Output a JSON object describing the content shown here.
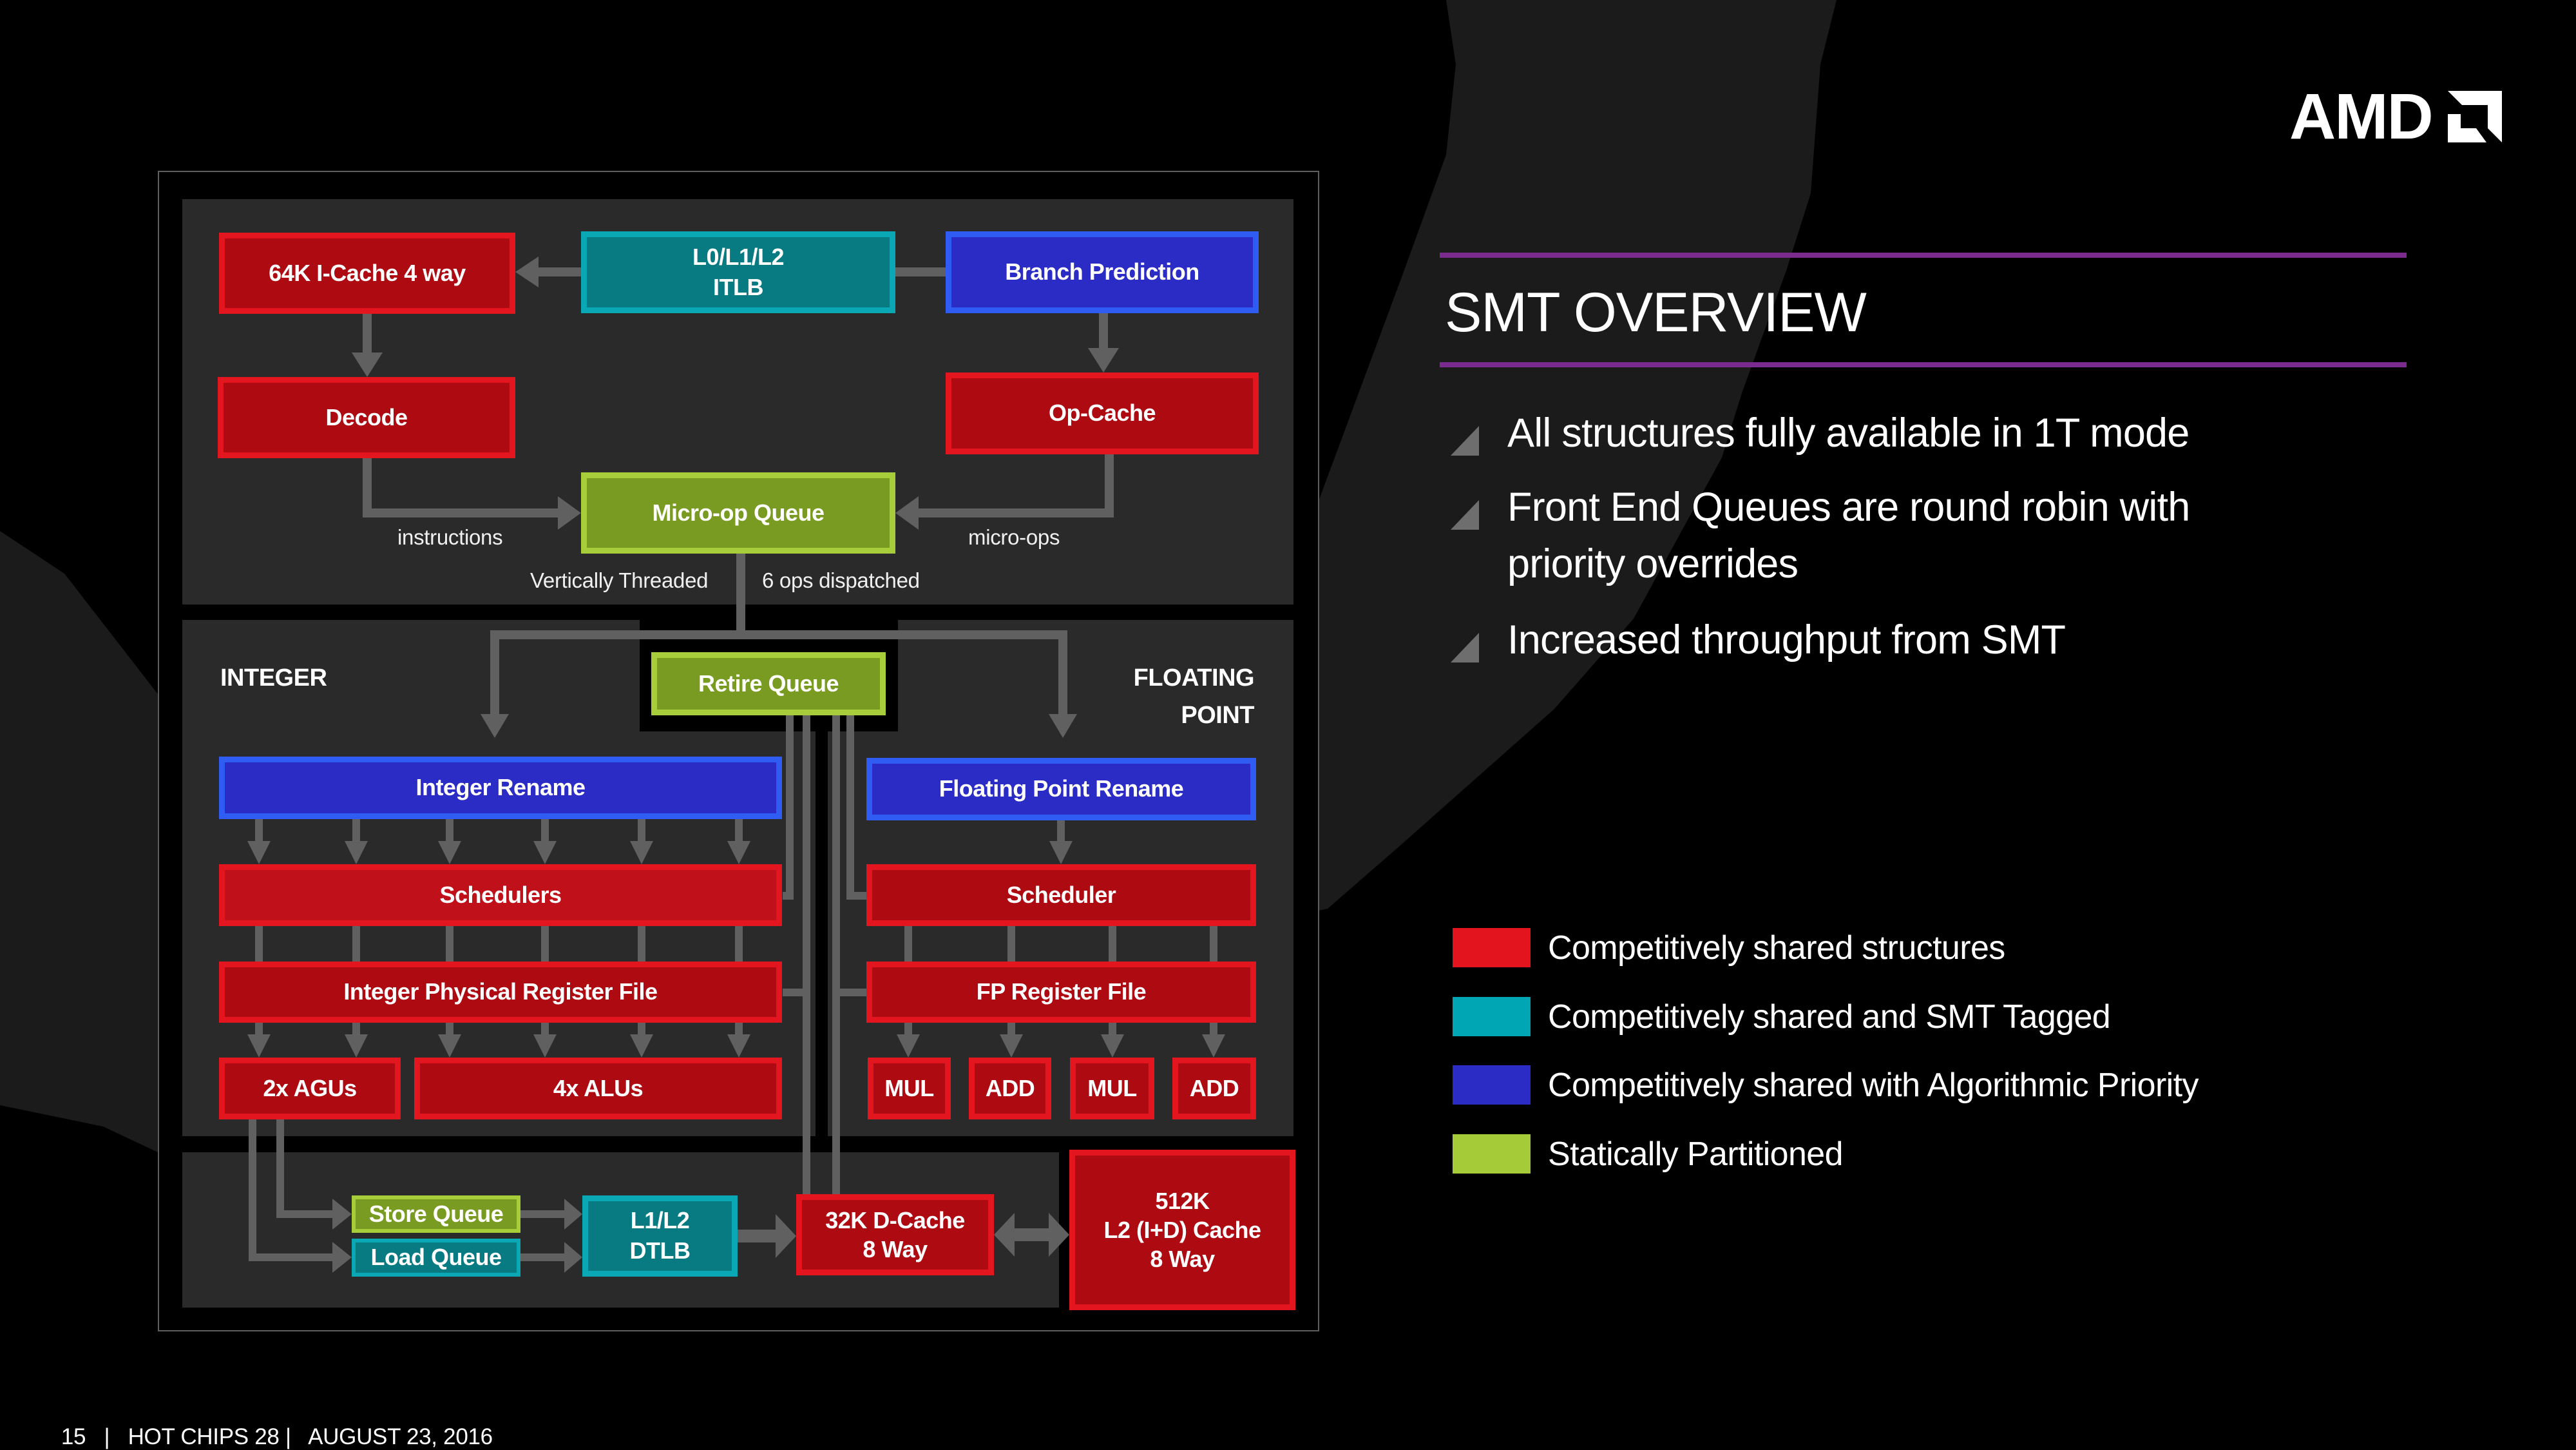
{
  "slide": {
    "title": "SMT OVERVIEW",
    "brand": "AMD",
    "accent_color": "#7b2a8e",
    "footer": {
      "page": "15",
      "separator": "|",
      "event": "HOT CHIPS 28",
      "date": "AUGUST 23, 2016"
    }
  },
  "bullets": [
    {
      "lines": [
        "All structures fully available in 1T mode"
      ]
    },
    {
      "lines": [
        "Front End Queues are round robin with",
        "priority overrides"
      ]
    },
    {
      "lines": [
        "Increased throughput from SMT"
      ]
    }
  ],
  "legend": [
    {
      "label": "Competitively shared structures",
      "color": "#e3141e",
      "category": "red"
    },
    {
      "label": "Competitively shared and SMT Tagged",
      "color": "#00a6b3",
      "category": "teal"
    },
    {
      "label": "Competitively shared with Algorithmic Priority",
      "color": "#2b2bc6",
      "category": "blue"
    },
    {
      "label": "Statically Partitioned",
      "color": "#a5cb38",
      "category": "green"
    }
  ],
  "diagram": {
    "front_end": {
      "icache": "64K I-Cache 4 way",
      "itlb": "L0/L1/L2\nITLB",
      "branch_prediction": "Branch Prediction",
      "decode": "Decode",
      "op_cache": "Op-Cache",
      "micro_op_queue": "Micro-op Queue",
      "label_instructions": "instructions",
      "label_micro_ops": "micro-ops",
      "label_vertically_threaded": "Vertically Threaded",
      "label_ops_dispatched": "6 ops dispatched"
    },
    "integer": {
      "section_label": "INTEGER",
      "rename": "Integer Rename",
      "schedulers": "Schedulers",
      "register_file": "Integer Physical Register File",
      "agus": "2x AGUs",
      "alus": "4x ALUs"
    },
    "retire_queue": "Retire Queue",
    "floating_point": {
      "section_label": "FLOATING\nPOINT",
      "rename": "Floating Point Rename",
      "scheduler": "Scheduler",
      "register_file": "FP Register File",
      "units": [
        "MUL",
        "ADD",
        "MUL",
        "ADD"
      ]
    },
    "memory": {
      "store_queue": "Store Queue",
      "load_queue": "Load Queue",
      "dtlb": "L1/L2\nDTLB",
      "dcache": "32K D-Cache\n8 Way",
      "l2cache": "512K\nL2 (I+D) Cache\n8 Way"
    }
  }
}
